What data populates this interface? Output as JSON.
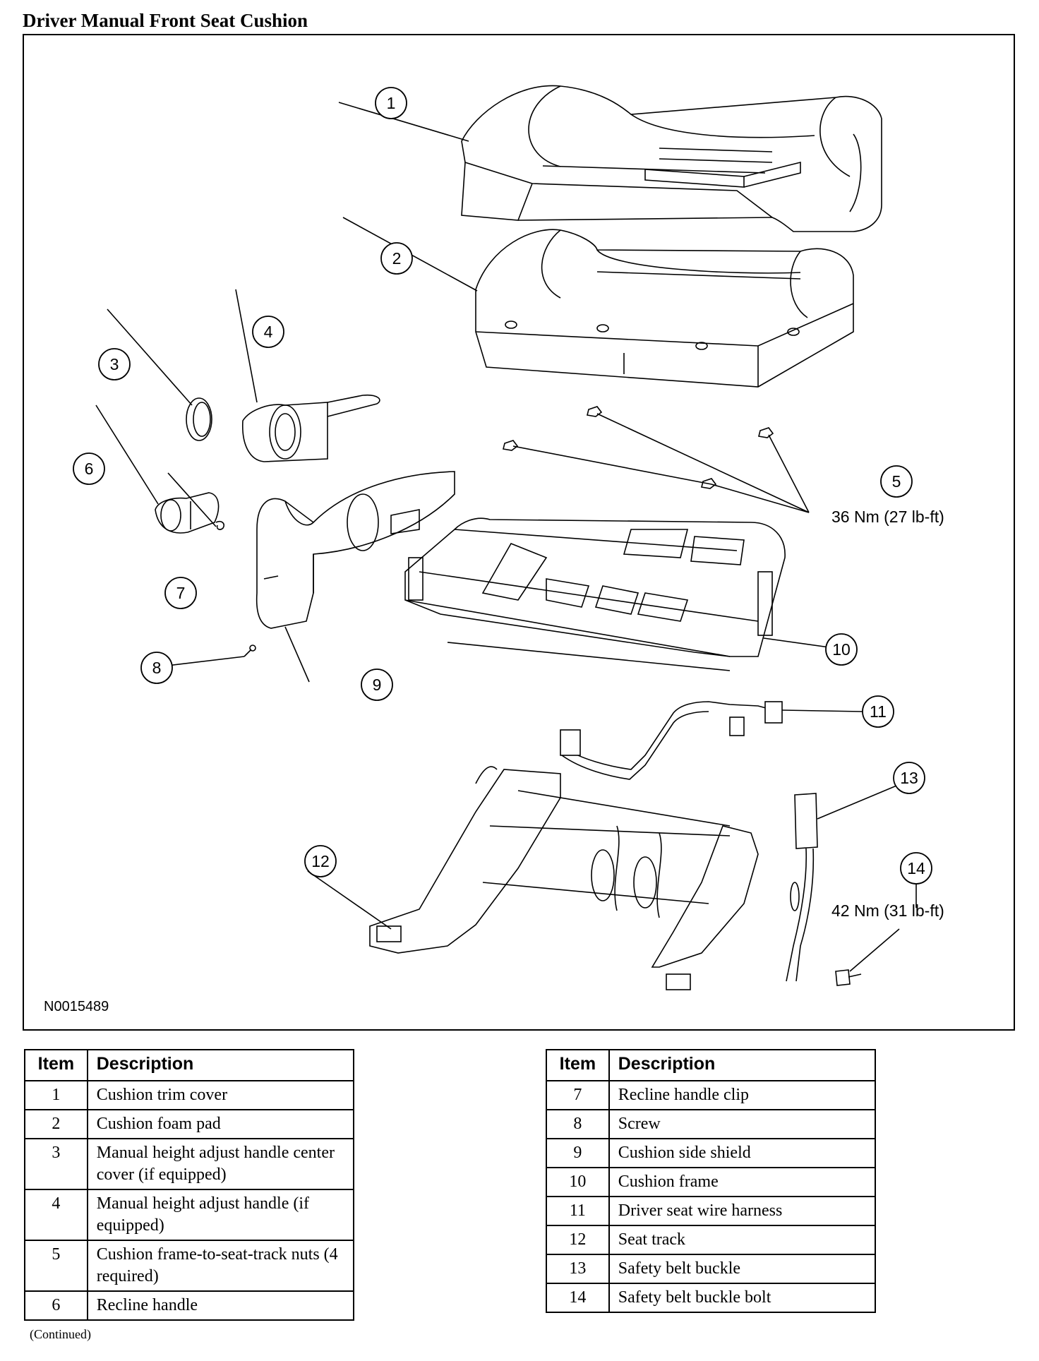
{
  "title": "Driver Manual Front Seat Cushion",
  "figure_id": "N0015489",
  "torque_labels": {
    "nuts": "36 Nm (27 lb-ft)",
    "bolt": "42 Nm (31 lb-ft)"
  },
  "callouts": [
    "1",
    "2",
    "3",
    "4",
    "5",
    "6",
    "7",
    "8",
    "9",
    "10",
    "11",
    "12",
    "13",
    "14"
  ],
  "legend": {
    "header_item": "Item",
    "header_description": "Description",
    "left": [
      {
        "item": "1",
        "description": "Cushion trim cover"
      },
      {
        "item": "2",
        "description": "Cushion foam pad"
      },
      {
        "item": "3",
        "description": "Manual height adjust handle center cover (if equipped)"
      },
      {
        "item": "4",
        "description": "Manual height adjust handle (if equipped)"
      },
      {
        "item": "5",
        "description": "Cushion frame-to-seat-track nuts (4 required)"
      },
      {
        "item": "6",
        "description": "Recline handle"
      }
    ],
    "right": [
      {
        "item": "7",
        "description": "Recline handle clip"
      },
      {
        "item": "8",
        "description": "Screw"
      },
      {
        "item": "9",
        "description": "Cushion side shield"
      },
      {
        "item": "10",
        "description": "Cushion frame"
      },
      {
        "item": "11",
        "description": "Driver seat wire harness"
      },
      {
        "item": "12",
        "description": "Seat track"
      },
      {
        "item": "13",
        "description": "Safety belt buckle"
      },
      {
        "item": "14",
        "description": "Safety belt buckle bolt"
      }
    ]
  },
  "continued_note": "(Continued)"
}
